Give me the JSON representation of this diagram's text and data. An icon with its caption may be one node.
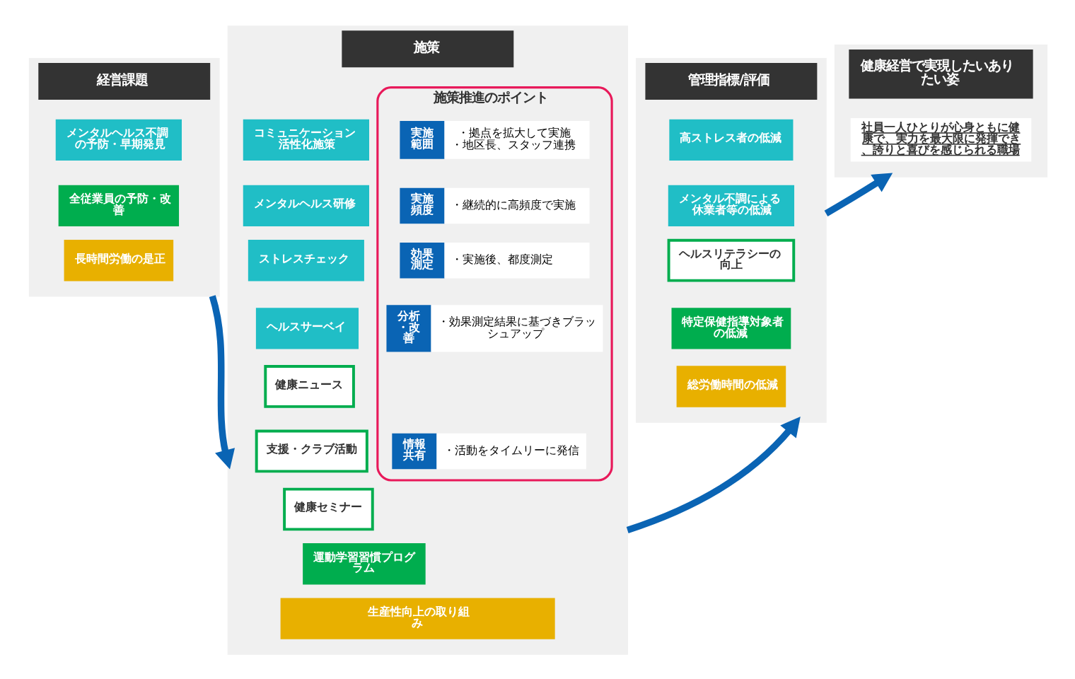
{
  "diagram": {
    "nodes": [
      {
        "text": [
          "経営課題"
        ]
      },
      {
        "text": [
          "メンタルヘルス不調の予防・早期発見"
        ],
        "in": 0
      },
      {
        "text": [
          "全従業員の予防・改善"
        ],
        "in": 0
      },
      {
        "text": [
          "長時間労働の是正"
        ],
        "in": 0
      },
      {
        "text": [
          "施策"
        ]
      },
      {
        "text": [
          "コミュニケーション活性化施策"
        ],
        "in": 4
      },
      {
        "text": [
          "メンタルヘルス研修"
        ],
        "in": 4
      },
      {
        "text": [
          "ストレスチェック"
        ],
        "in": 4
      },
      {
        "text": [
          "ヘルスサーベイ"
        ],
        "in": 4
      },
      {
        "text": [
          "健康ニュース"
        ],
        "in": 4
      },
      {
        "text": [
          "支援・クラブ活動"
        ],
        "in": 4
      },
      {
        "text": [
          "健康セミナー"
        ],
        "in": 4
      },
      {
        "text": [
          "運動学習習慣プログラム"
        ],
        "in": 4
      },
      {
        "text": [
          "施策推進のポイント"
        ],
        "in": 4
      },
      {
        "text": [
          "実施範囲",
          "・拠点を拡大して実施",
          "・地区長、スタッフ連携"
        ],
        "in": 13
      },
      {
        "text": [
          "実施頻度",
          "・継続的に高頻度で実施"
        ],
        "in": 13
      },
      {
        "text": [
          "効果測定",
          "・実施後、都度測定"
        ],
        "in": 13
      },
      {
        "text": [
          "分析・改善",
          "・効果測定結果に基づきブラッシュアップ"
        ],
        "in": 13
      },
      {
        "text": [
          "情報共有",
          "・活動をタイムリーに発信"
        ],
        "in": 13
      },
      {
        "text": [
          "生産性向上の取り組み"
        ],
        "in": 4
      },
      {
        "text": [
          "管理指標/評価"
        ]
      },
      {
        "text": [
          "高ストレス者の低減"
        ],
        "in": 20
      },
      {
        "text": [
          "メンタル不調による休業者等の低減"
        ],
        "in": 20
      },
      {
        "text": [
          "ヘルスリテラシーの向上"
        ],
        "in": 20
      },
      {
        "text": [
          "特定保健指導対象者の低減"
        ],
        "in": 20
      },
      {
        "text": [
          "総労働時間の低減"
        ],
        "in": 20
      },
      {
        "text": [
          "健康経営で実現したいありたい姿"
        ]
      },
      {
        "text": [
          "社員一人ひとりが心身ともに健康で、実力を最大限に発揮でき、誇りと喜びを感じられる職場"
        ],
        "in": 26
      }
    ],
    "edges": [
      {
        "from": 0,
        "to": 4,
        "arrow": "to"
      },
      {
        "from": 4,
        "to": 20,
        "arrow": "to"
      },
      {
        "from": 20,
        "to": 26,
        "arrow": "to"
      }
    ]
  }
}
